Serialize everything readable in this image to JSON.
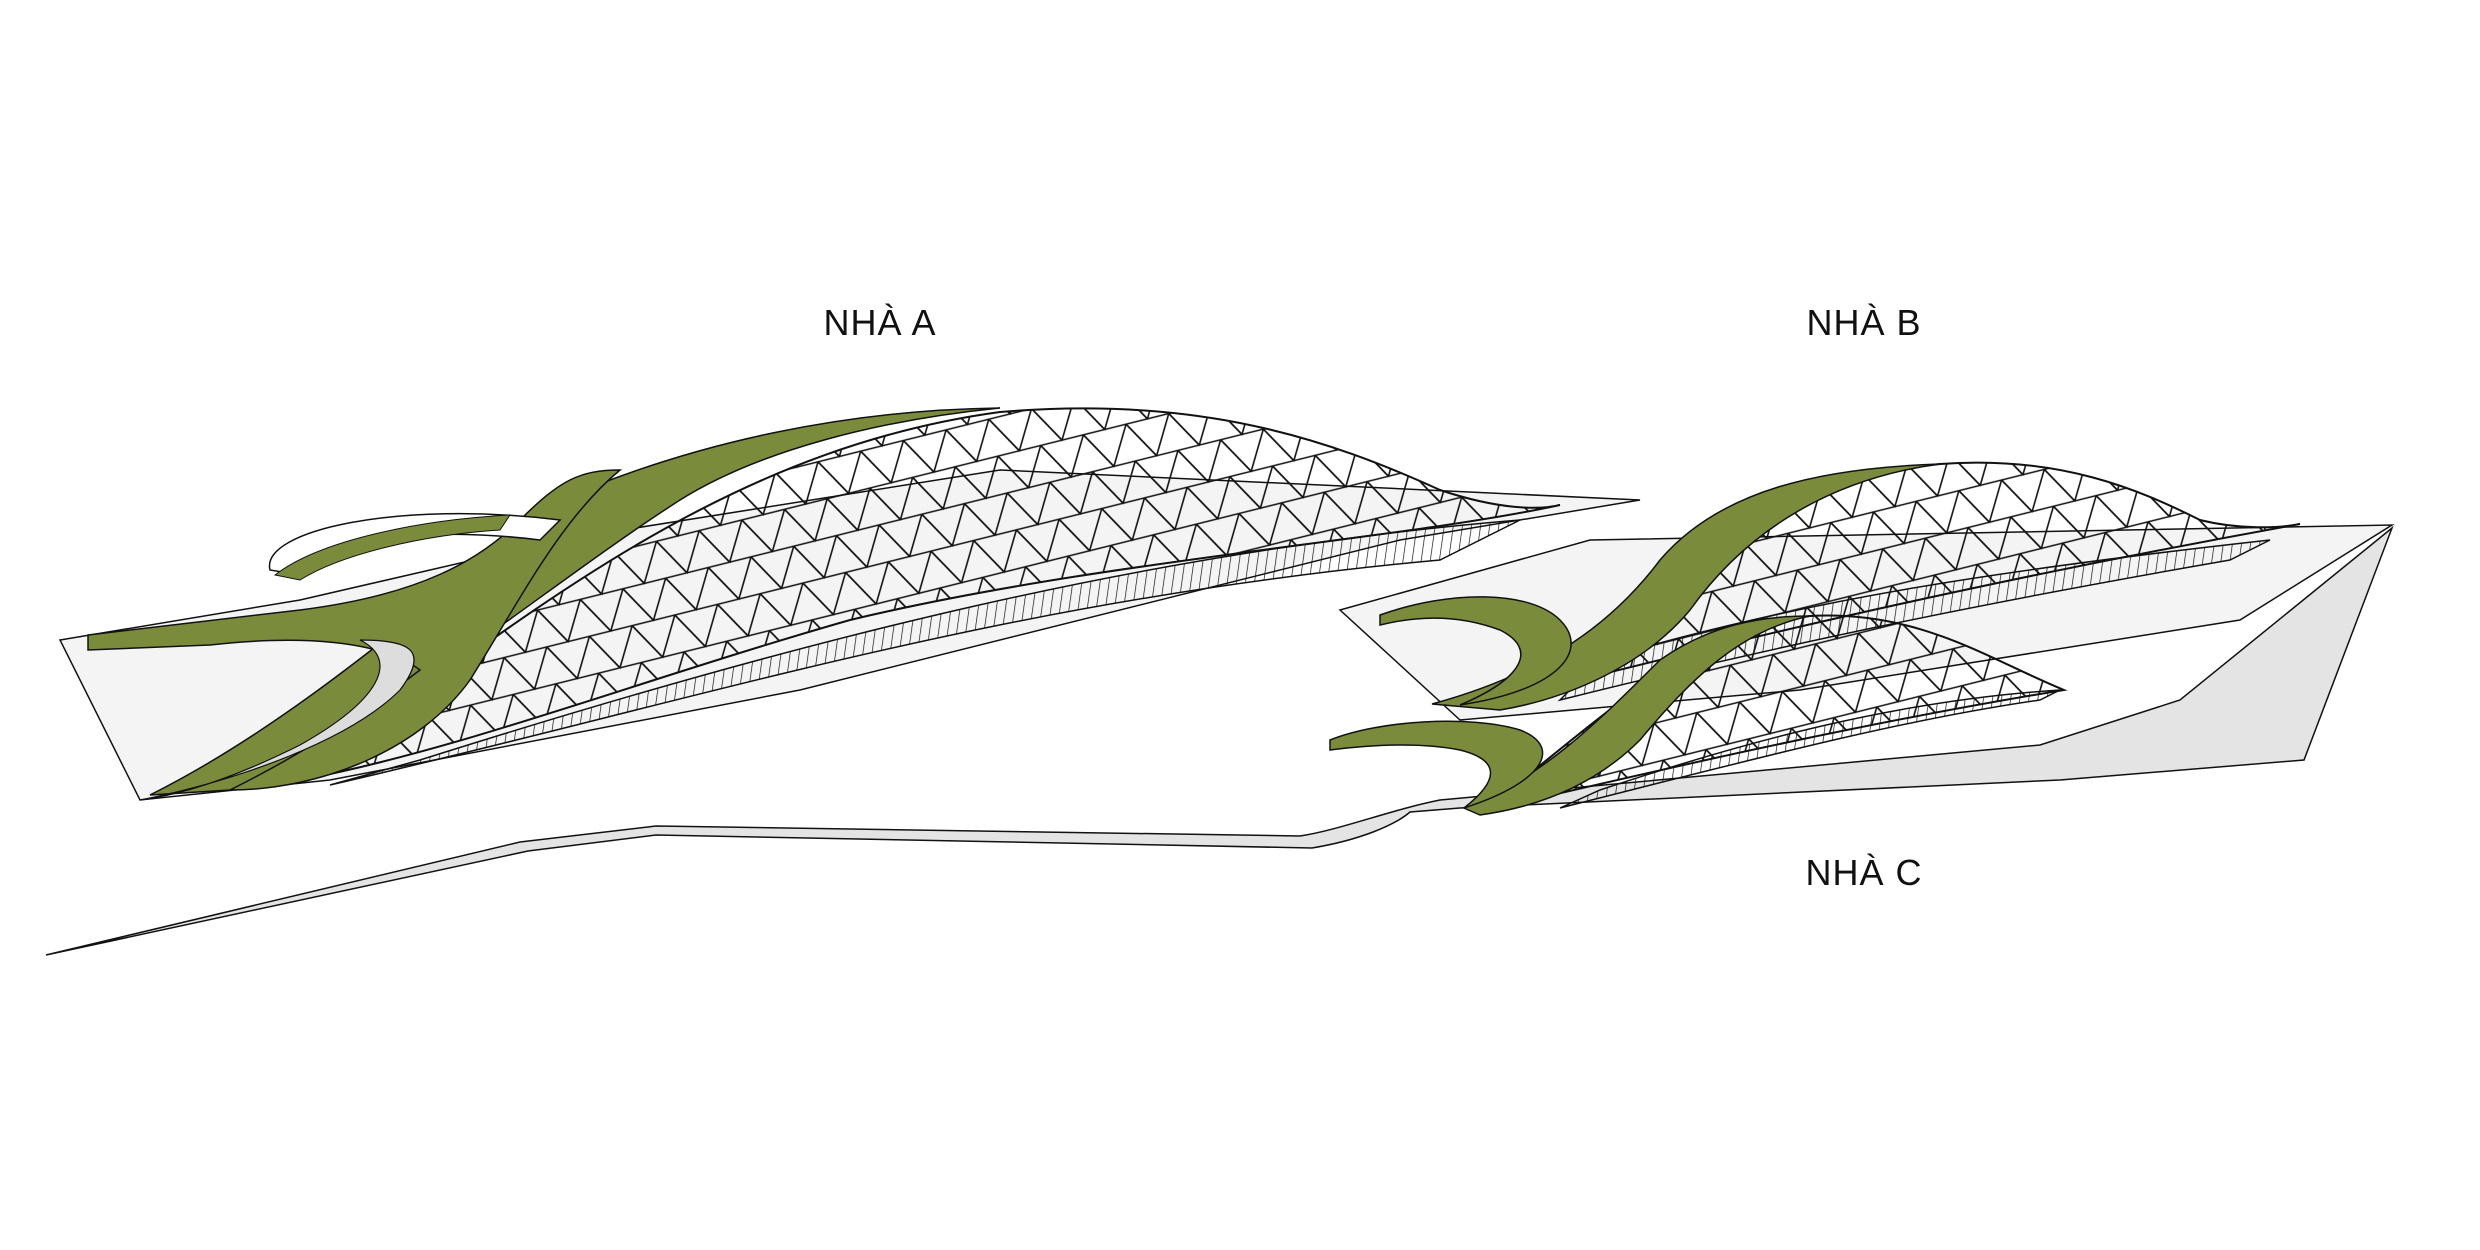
{
  "labels": {
    "building_a": "NHÀ A",
    "building_b": "NHÀ B",
    "building_c": "NHÀ C"
  },
  "colors": {
    "green_roof": "#7a8c3c",
    "ground": "#e4e4e4",
    "line": "#111111"
  }
}
